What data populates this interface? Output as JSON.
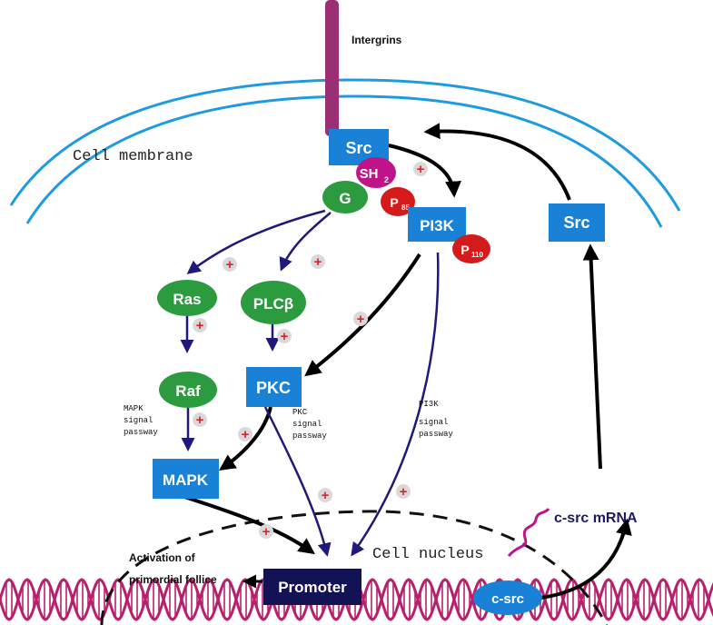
{
  "labels": {
    "intergrins": "Intergrins",
    "cell_membrane": "Cell membrane",
    "cell_nucleus": "Cell nucleus",
    "activation_line1": "Activation of",
    "activation_line2": "primordial follice",
    "csrc_mrna": "c-src mRNA"
  },
  "nodes": {
    "src_top": "Src",
    "sh2_main": "SH",
    "sh2_sub": "2",
    "g": "G",
    "p85_main": "P",
    "p85_sub": "85",
    "pi3k": "PI3K",
    "p110_main": "P",
    "p110_sub": "110",
    "src_right": "Src",
    "ras": "Ras",
    "plcb": "PLCβ",
    "raf": "Raf",
    "pkc": "PKC",
    "mapk": "MAPK",
    "promoter": "Promoter",
    "c_src": "c-src"
  },
  "pathways": {
    "mapk": [
      "MAPK",
      "signal",
      "passway"
    ],
    "pkc": [
      "PKC",
      "signal",
      "passway"
    ],
    "pi3k": [
      "PI3K",
      "signal",
      "passway"
    ]
  },
  "plus_symbol": "+",
  "colors": {
    "membrane": "#1e9be0",
    "receptor": "#9b2f73",
    "box_blue": "#1a82d6",
    "green_node": "#2c9a3e",
    "magenta_node": "#c0138a",
    "red_node": "#d41a1a",
    "navy_arrow": "#1f1a7a",
    "promoter_fill": "#131255",
    "dna": "#b8206e",
    "plus_red": "#d7262c",
    "plus_bg": "#d9d9d9"
  }
}
